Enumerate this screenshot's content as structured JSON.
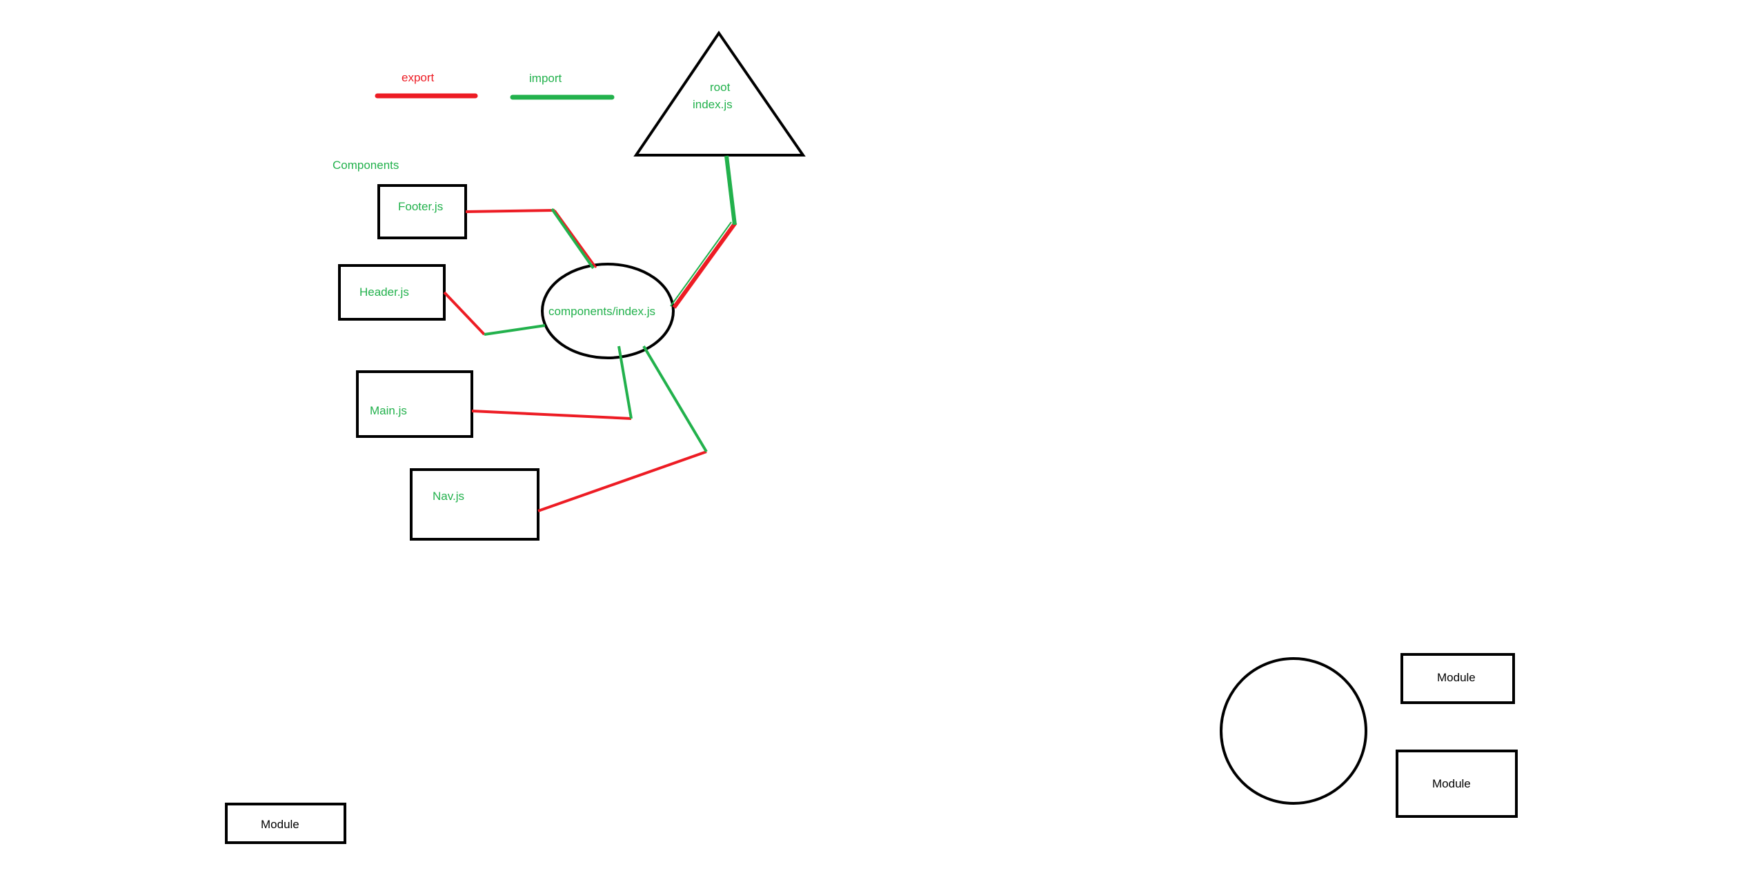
{
  "colors": {
    "export": "#ed1c24",
    "import": "#22b14c",
    "stroke": "#000000",
    "background": "#ffffff"
  },
  "legend": {
    "export_label": "export",
    "import_label": "import"
  },
  "root": {
    "label_line1": "root",
    "label_line2": "index.js"
  },
  "group_label": "Components",
  "hub": {
    "label": "components/index.js"
  },
  "components": [
    {
      "label": "Footer.js"
    },
    {
      "label": "Header.js"
    },
    {
      "label": "Main.js"
    },
    {
      "label": "Nav.js"
    }
  ],
  "modules": [
    {
      "label": "Module"
    },
    {
      "label": "Module"
    },
    {
      "label": "Module"
    }
  ]
}
